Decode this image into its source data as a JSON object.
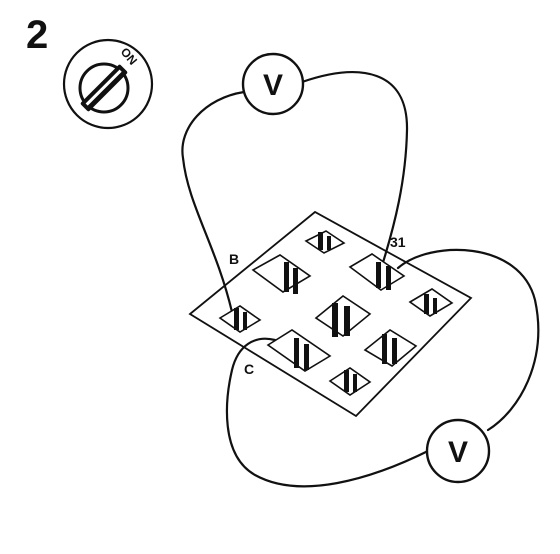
{
  "step_number": "2",
  "ignition_switch": {
    "position_label": "ON"
  },
  "voltmeters": [
    {
      "label": "V"
    },
    {
      "label": "V"
    }
  ],
  "terminals": {
    "b": "B",
    "t31": "31",
    "c": "C"
  }
}
